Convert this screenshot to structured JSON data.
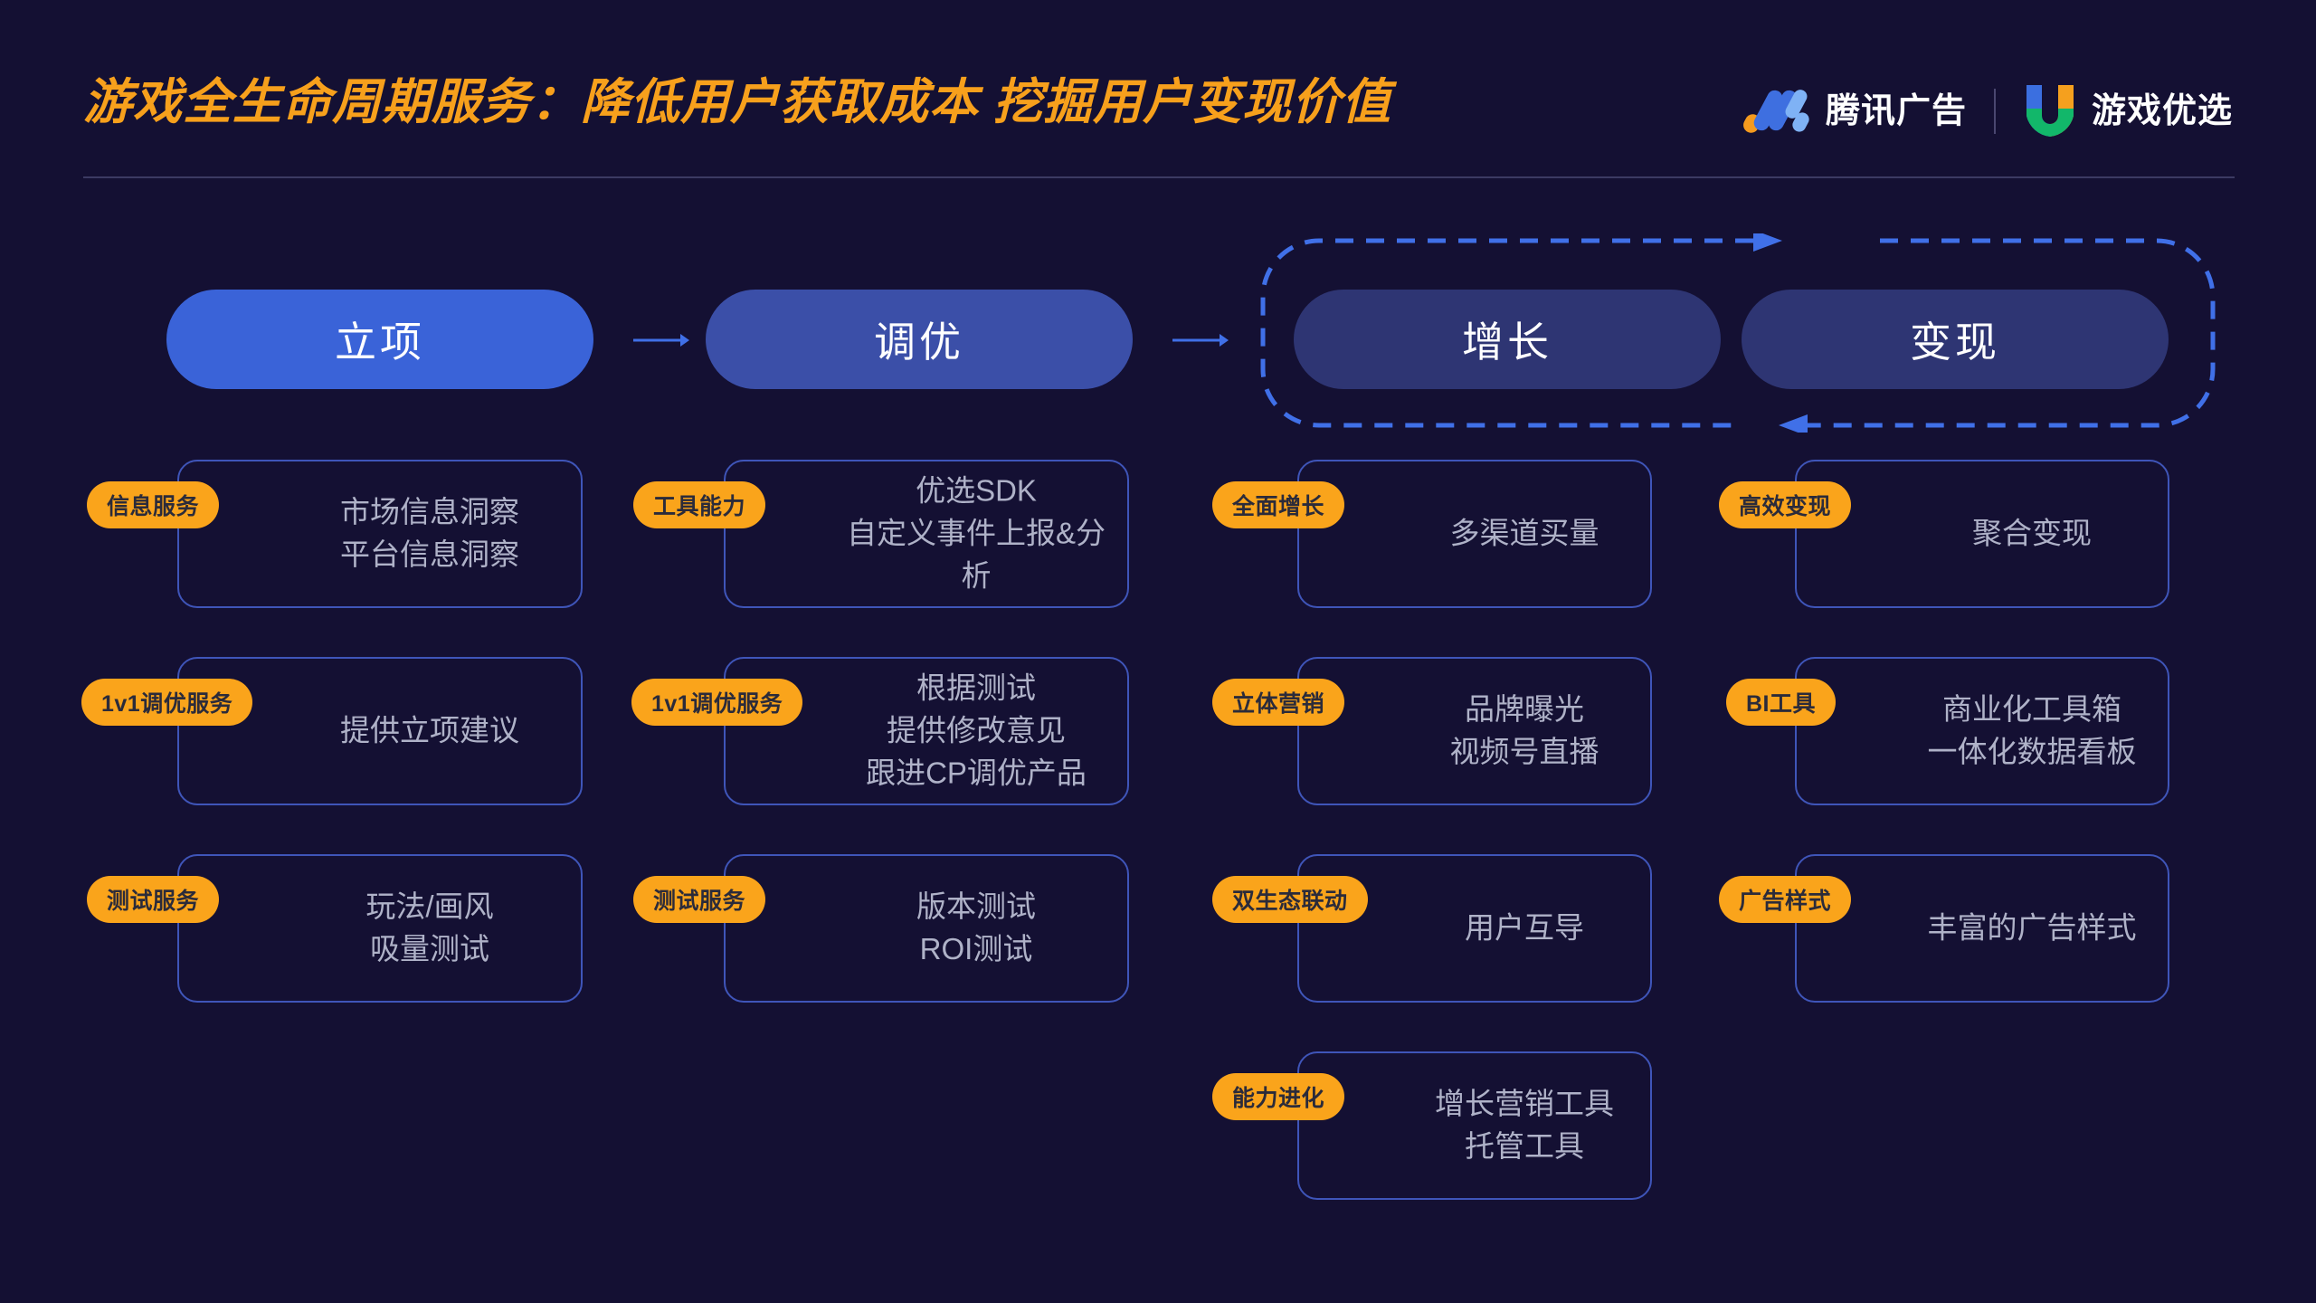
{
  "header": {
    "title": "游戏全生命周期服务：降低用户获取成本  挖掘用户变现价值",
    "brands": [
      {
        "icon": "tencent-ads-logo-icon",
        "name": "腾讯广告"
      },
      {
        "icon": "youxi-youxuan-logo-icon",
        "name": "游戏优选"
      }
    ],
    "divider": true
  },
  "colors": {
    "background": "#141033",
    "title_orange": "#F7A01C",
    "tag_orange": "#FAA41B",
    "card_border_blue": "#3F55B9",
    "stage_blue_1": "#3A63D8",
    "stage_blue_2": "#3B4FA8",
    "stage_blue_3": "#2E3573",
    "loop_blue": "#4070E8",
    "card_text": "#AFB2C8"
  },
  "flow": {
    "stages": [
      {
        "label": "立项"
      },
      {
        "label": "调优"
      },
      {
        "label": "增长"
      },
      {
        "label": "变现"
      }
    ],
    "connectors": [
      {
        "from": "立项",
        "to": "调优",
        "style": "solid-arrow-right"
      },
      {
        "from": "调优",
        "to": "增长",
        "style": "solid-arrow-right"
      }
    ],
    "loop": {
      "style": "dashed-cycle",
      "encloses": [
        "增长",
        "变现"
      ],
      "top_arrow": "right",
      "bottom_arrow": "left"
    }
  },
  "columns": [
    {
      "stage": "立项",
      "cards": [
        {
          "tag": "信息服务",
          "lines": "市场信息洞察\n平台信息洞察"
        },
        {
          "tag": "1v1调优服务",
          "lines": "提供立项建议"
        },
        {
          "tag": "测试服务",
          "lines": "玩法/画风\n吸量测试"
        }
      ]
    },
    {
      "stage": "调优",
      "cards": [
        {
          "tag": "工具能力",
          "lines": "优选SDK\n自定义事件上报&分析"
        },
        {
          "tag": "1v1调优服务",
          "lines": "根据测试\n提供修改意见\n跟进CP调优产品"
        },
        {
          "tag": "测试服务",
          "lines": "版本测试\nROI测试"
        }
      ]
    },
    {
      "stage": "增长",
      "cards": [
        {
          "tag": "全面增长",
          "lines": "多渠道买量"
        },
        {
          "tag": "立体营销",
          "lines": "品牌曝光\n视频号直播"
        },
        {
          "tag": "双生态联动",
          "lines": "用户互导"
        },
        {
          "tag": "能力进化",
          "lines": "增长营销工具\n托管工具"
        }
      ]
    },
    {
      "stage": "变现",
      "cards": [
        {
          "tag": "高效变现",
          "lines": "聚合变现"
        },
        {
          "tag": "BI工具",
          "lines": "商业化工具箱\n一体化数据看板"
        },
        {
          "tag": "广告样式",
          "lines": "丰富的广告样式"
        }
      ]
    }
  ]
}
